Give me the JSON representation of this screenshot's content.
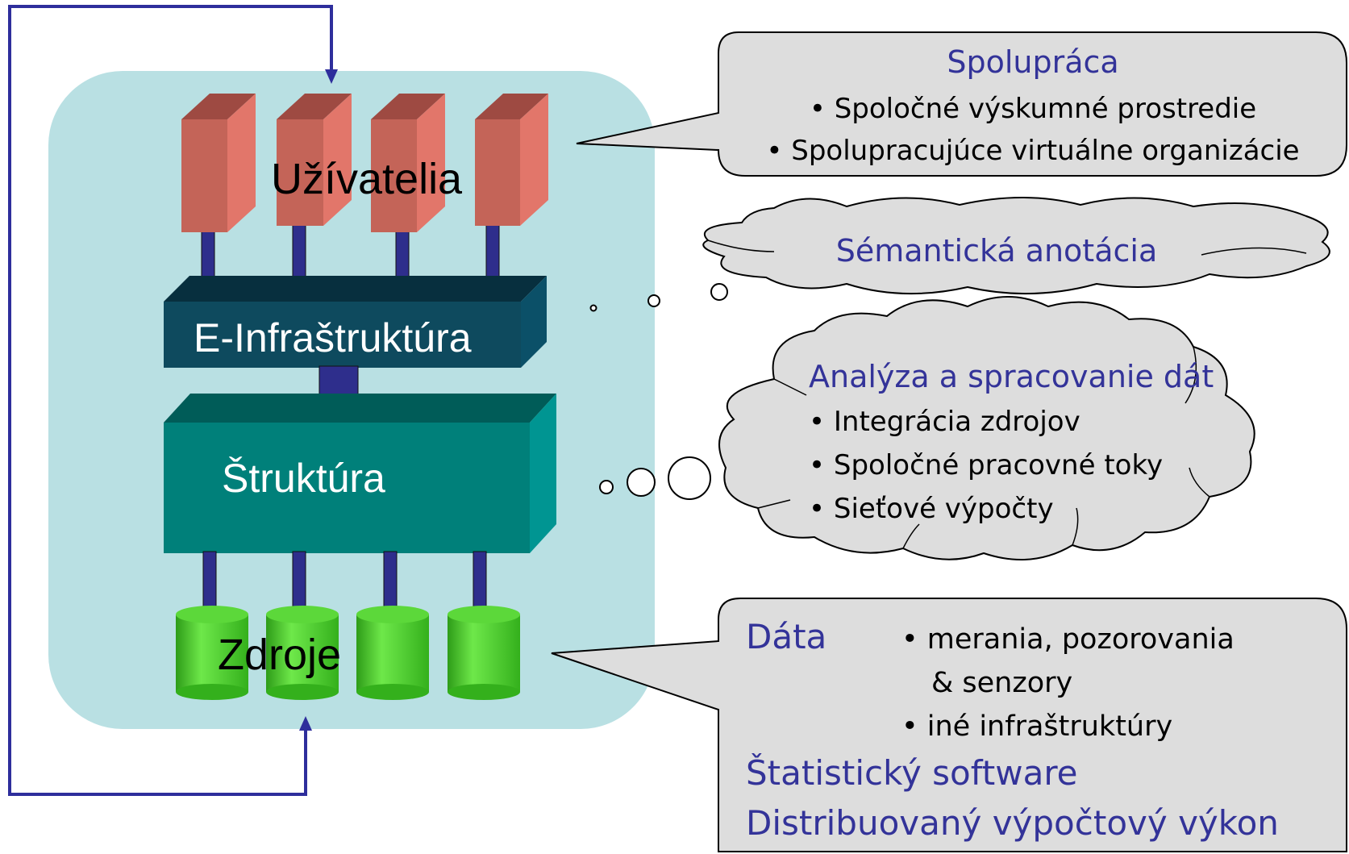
{
  "diagram": {
    "layers": {
      "users": "Užívatelia",
      "e_infrastructure": "E-Infraštruktúra",
      "structure": "Štruktúra",
      "resources": "Zdroje"
    },
    "callouts": {
      "collaboration": {
        "title": "Spolupráca",
        "items": [
          "• Spoločné výskumné prostredie",
          "• Spolupracujúce virtuálne organizácie"
        ]
      },
      "semantic": {
        "title": "Sémantická anotácia"
      },
      "analysis": {
        "title": "Analýza a spracovanie dát",
        "items": [
          "• Integrácia zdrojov",
          "• Spoločné pracovné toky",
          "• Sieťové výpočty"
        ]
      },
      "data": {
        "title": "Dáta",
        "items": [
          "• merania, pozorovania",
          "& senzory",
          "• iné infraštruktúry"
        ],
        "line2": "Štatistický software",
        "line3": "Distribuovaný výpočtový výkon"
      }
    },
    "colors": {
      "panel": "#b9e0e3",
      "user_block": "#e07060",
      "einfra": "#0e4a5e",
      "structure": "#00807a",
      "resource": "#44cc22",
      "connector": "#2e2e8c",
      "arrow": "#2e2e9c",
      "callout_fill": "#dddddd",
      "title_text": "#333399"
    }
  }
}
